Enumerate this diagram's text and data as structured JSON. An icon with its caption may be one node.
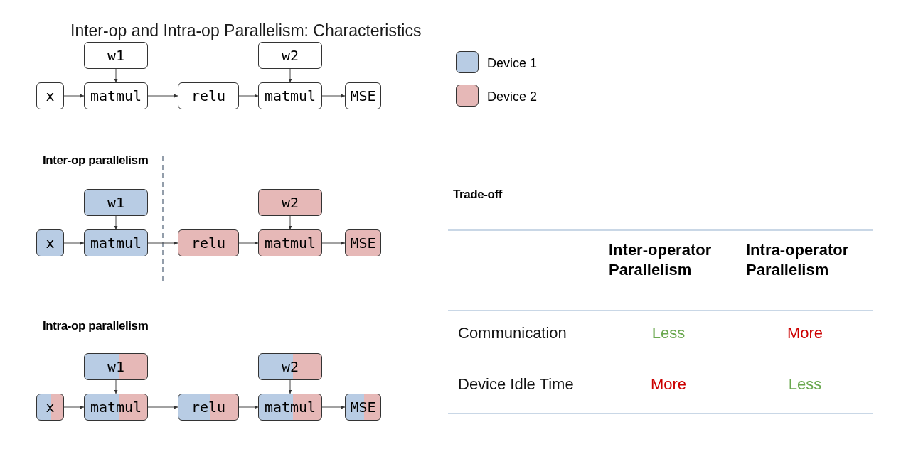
{
  "diagram": {
    "title": "Inter-op and Intra-op Parallelism: Characteristics",
    "nodes": [
      {
        "text": [
          "w1"
        ]
      },
      {
        "text": [
          "w2"
        ]
      },
      {
        "text": [
          "x"
        ]
      },
      {
        "text": [
          "matmul"
        ]
      },
      {
        "text": [
          "relu"
        ]
      },
      {
        "text": [
          "matmul"
        ]
      },
      {
        "text": [
          "MSE"
        ]
      },
      {
        "text": [
          "w1"
        ]
      },
      {
        "text": [
          "w2"
        ]
      },
      {
        "text": [
          "x"
        ]
      },
      {
        "text": [
          "matmul"
        ]
      },
      {
        "text": [
          "relu"
        ]
      },
      {
        "text": [
          "matmul"
        ]
      },
      {
        "text": [
          "MSE"
        ]
      },
      {
        "text": [
          "w1"
        ]
      },
      {
        "text": [
          "w2"
        ]
      },
      {
        "text": [
          "x"
        ]
      },
      {
        "text": [
          "matmul"
        ]
      },
      {
        "text": [
          "relu"
        ]
      },
      {
        "text": [
          "matmul"
        ]
      },
      {
        "text": [
          "MSE"
        ]
      }
    ],
    "edges": [
      {
        "from": 2,
        "to": 3,
        "arrow": "to"
      },
      {
        "from": 0,
        "to": 3,
        "arrow": "to"
      },
      {
        "from": 3,
        "to": 4,
        "arrow": "to"
      },
      {
        "from": 4,
        "to": 5,
        "arrow": "to"
      },
      {
        "from": 1,
        "to": 5,
        "arrow": "to"
      },
      {
        "from": 5,
        "to": 6,
        "arrow": "to"
      },
      {
        "from": 9,
        "to": 10,
        "arrow": "to"
      },
      {
        "from": 7,
        "to": 10,
        "arrow": "to"
      },
      {
        "from": 10,
        "to": 11,
        "arrow": "to"
      },
      {
        "from": 11,
        "to": 12,
        "arrow": "to"
      },
      {
        "from": 8,
        "to": 12,
        "arrow": "to"
      },
      {
        "from": 12,
        "to": 13,
        "arrow": "to"
      },
      {
        "from": 16,
        "to": 17,
        "arrow": "to"
      },
      {
        "from": 14,
        "to": 17,
        "arrow": "to"
      },
      {
        "from": 17,
        "to": 18,
        "arrow": "to"
      },
      {
        "from": 18,
        "to": 19,
        "arrow": "to"
      },
      {
        "from": 15,
        "to": 19,
        "arrow": "to"
      },
      {
        "from": 19,
        "to": 20,
        "arrow": "to"
      }
    ],
    "labels": [
      "Inter-op parallelism",
      "Intra-op parallelism",
      "Trade-off",
      "Inter-operator Parallelism",
      "Intra-operator Parallelism",
      "Communication",
      "Less",
      "More",
      "Device Idle Time",
      "More",
      "Less"
    ],
    "legend": [
      {
        "text": "Device 1",
        "color": "#b8cce4"
      },
      {
        "text": "Device 2",
        "color": "#e6b8b7"
      }
    ]
  }
}
